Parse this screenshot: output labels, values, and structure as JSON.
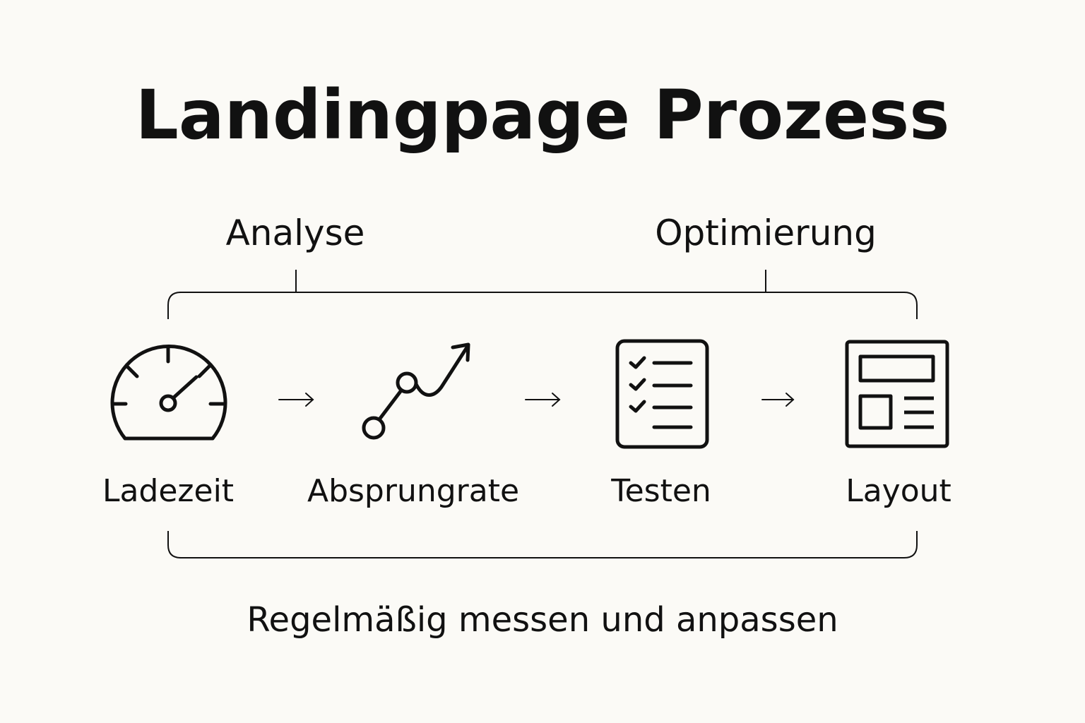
{
  "title": "Landingpage Prozess",
  "groups": [
    {
      "label": "Analyse"
    },
    {
      "label": "Optimierung"
    }
  ],
  "steps": [
    {
      "label": "Ladezeit",
      "icon": "speedometer-icon"
    },
    {
      "label": "Absprungrate",
      "icon": "trend-up-icon"
    },
    {
      "label": "Testen",
      "icon": "checklist-icon"
    },
    {
      "label": "Layout",
      "icon": "layout-icon"
    }
  ],
  "footer": "Regelmäßig messen und anpassen",
  "colors": {
    "background": "#fbfaf6",
    "ink": "#111111"
  }
}
